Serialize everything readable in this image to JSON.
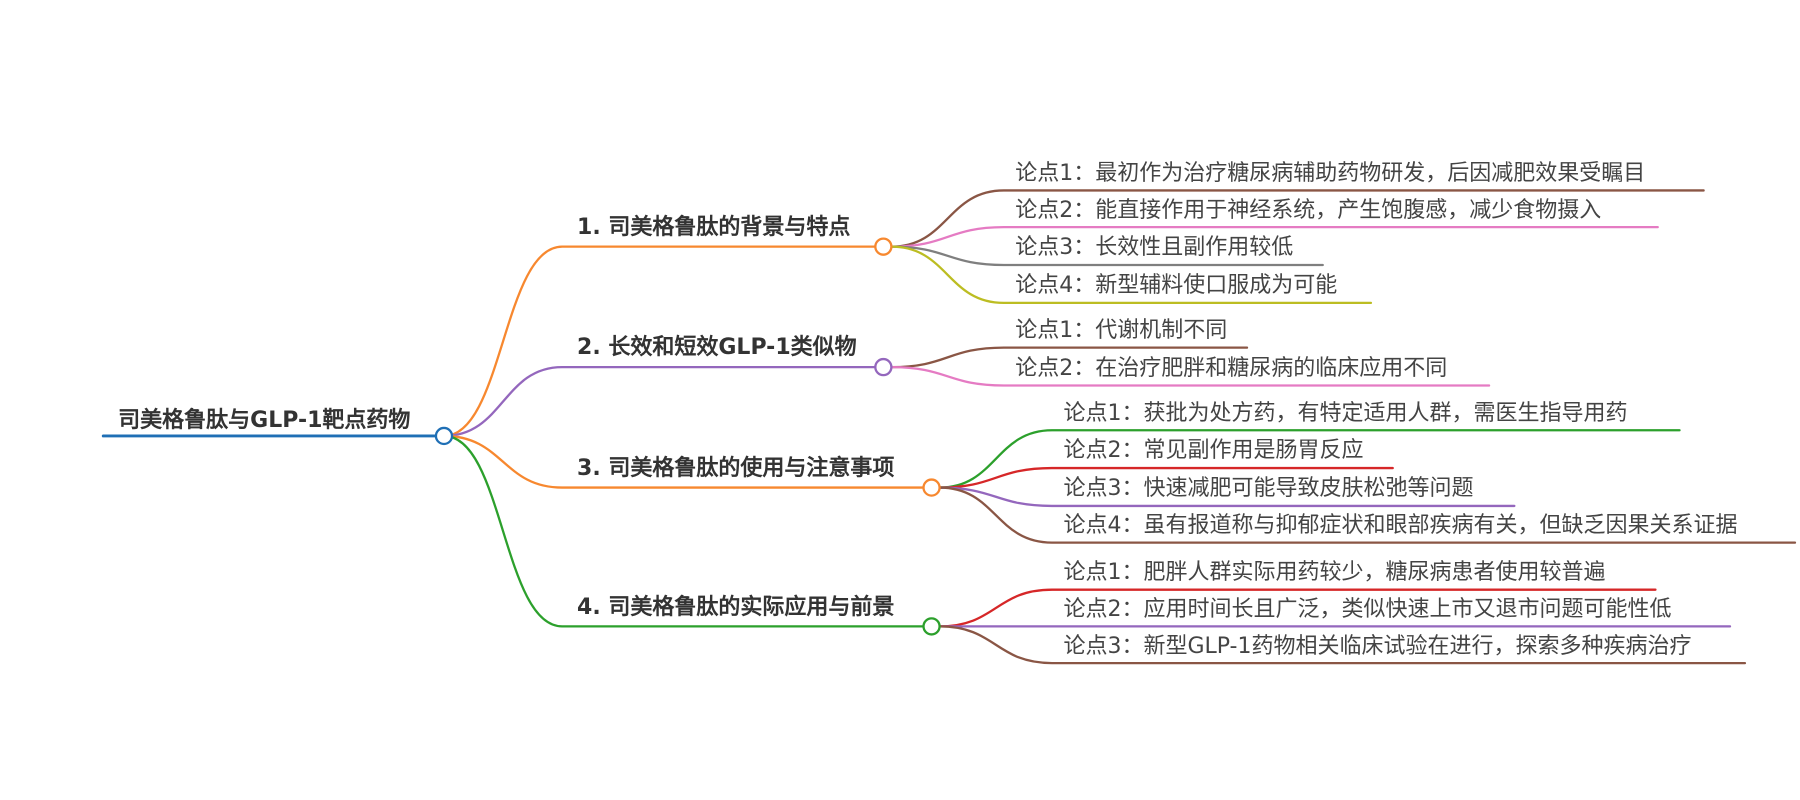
{
  "root": {
    "label": "司美格鲁肽与GLP-1靶点药物",
    "color": "#1f6fb5"
  },
  "branches": [
    {
      "label": "1. 司美格鲁肽的背景与特点",
      "color": "#f7882f",
      "children": [
        {
          "label": "论点1：最初作为治疗糖尿病辅助药物研发，后因减肥效果受瞩目",
          "color": "#8a5645"
        },
        {
          "label": "论点2：能直接作用于神经系统，产生饱腹感，减少食物摄入",
          "color": "#e57bc3"
        },
        {
          "label": "论点3：长效性且副作用较低",
          "color": "#7f7f7f"
        },
        {
          "label": "论点4：新型辅料使口服成为可能",
          "color": "#bcbd22"
        }
      ]
    },
    {
      "label": "2. 长效和短效GLP-1类似物",
      "color": "#9467bd",
      "children": [
        {
          "label": "论点1：代谢机制不同",
          "color": "#8a5645"
        },
        {
          "label": "论点2：在治疗肥胖和糖尿病的临床应用不同",
          "color": "#e57bc3"
        }
      ]
    },
    {
      "label": "3. 司美格鲁肽的使用与注意事项",
      "color": "#f7882f",
      "children": [
        {
          "label": "论点1：获批为处方药，有特定适用人群，需医生指导用药",
          "color": "#2ca02c"
        },
        {
          "label": "论点2：常见副作用是肠胃反应",
          "color": "#d62728"
        },
        {
          "label": "论点3：快速减肥可能导致皮肤松弛等问题",
          "color": "#9467bd"
        },
        {
          "label": "论点4：虽有报道称与抑郁症状和眼部疾病有关，但缺乏因果关系证据",
          "color": "#8a5645"
        }
      ]
    },
    {
      "label": "4. 司美格鲁肽的实际应用与前景",
      "color": "#2ca02c",
      "children": [
        {
          "label": "论点1：肥胖人群实际用药较少，糖尿病患者使用较普遍",
          "color": "#d62728"
        },
        {
          "label": "论点2：应用时间长且广泛，类似快速上市又退市问题可能性低",
          "color": "#9467bd"
        },
        {
          "label": "论点3：新型GLP-1药物相关临床试验在进行，探索多种疾病治疗",
          "color": "#8a5645"
        }
      ]
    }
  ]
}
